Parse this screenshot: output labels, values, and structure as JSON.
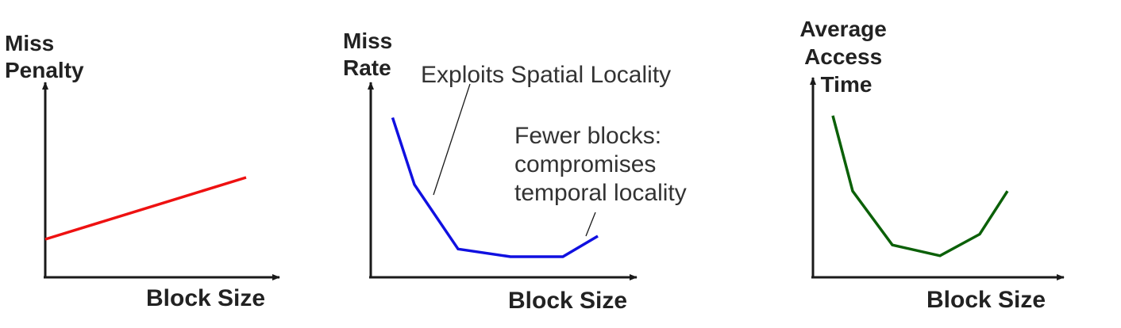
{
  "chart_data": [
    {
      "type": "line",
      "ylabel": [
        "Miss",
        "Penalty"
      ],
      "xlabel": "Block Size",
      "series": [
        {
          "color": "#ee1111",
          "x": [
            0,
            4.6
          ],
          "y": [
            2.4,
            6.3
          ]
        }
      ]
    },
    {
      "type": "line",
      "ylabel": [
        "Miss",
        "Rate"
      ],
      "xlabel": "Block Size",
      "annotations": [
        {
          "lines": [
            "Exploits Spatial Locality"
          ]
        },
        {
          "lines": [
            "Fewer blocks:",
            "compromises",
            "temporal locality"
          ]
        }
      ],
      "series": [
        {
          "color": "#1010e0",
          "x": [
            0.5,
            1,
            2,
            3.2,
            4.4,
            5.2
          ],
          "y": [
            6.2,
            3.6,
            1.1,
            0.8,
            0.8,
            1.6
          ]
        }
      ]
    },
    {
      "type": "line",
      "ylabel": [
        "Average",
        "Access",
        "Time"
      ],
      "xlabel": "Block Size",
      "series": [
        {
          "color": "#0b6008",
          "x": [
            0.5,
            1,
            2,
            3.2,
            4.2,
            4.9
          ],
          "y": [
            6,
            3.2,
            1.2,
            0.8,
            1.6,
            3.2
          ]
        }
      ]
    }
  ]
}
